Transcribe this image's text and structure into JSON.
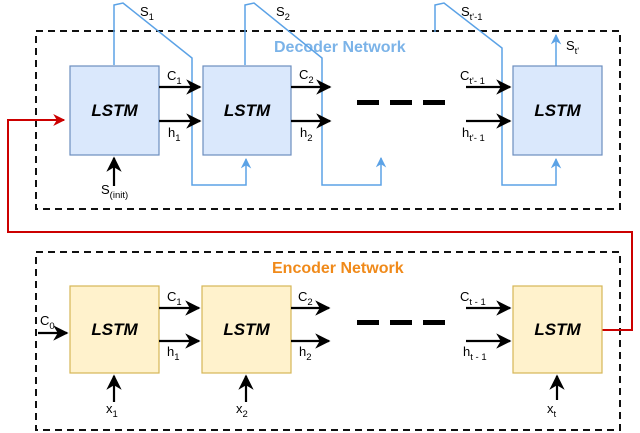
{
  "decoder": {
    "title": "Decoder Network",
    "blocks": [
      "LSTM",
      "LSTM",
      "LSTM"
    ],
    "state_labels": [
      {
        "main": "S",
        "sub": "1"
      },
      {
        "main": "S",
        "sub": "2"
      },
      {
        "main": "S",
        "sub": "t'-1"
      },
      {
        "main": "S",
        "sub": "t'"
      }
    ],
    "c_labels": [
      {
        "main": "C",
        "sub": "1"
      },
      {
        "main": "C",
        "sub": "2"
      },
      {
        "main": "C",
        "sub": "t'- 1"
      }
    ],
    "h_labels": [
      {
        "main": "h",
        "sub": "1"
      },
      {
        "main": "h",
        "sub": "2"
      },
      {
        "main": "h",
        "sub": "t'- 1"
      }
    ],
    "init_label": {
      "main": "S",
      "sub": "(init)"
    }
  },
  "encoder": {
    "title": "Encoder Network",
    "blocks": [
      "LSTM",
      "LSTM",
      "LSTM"
    ],
    "c0_label": {
      "main": "C",
      "sub": "0"
    },
    "c_labels": [
      {
        "main": "C",
        "sub": "1"
      },
      {
        "main": "C",
        "sub": "2"
      },
      {
        "main": "C",
        "sub": "t - 1"
      }
    ],
    "h_labels": [
      {
        "main": "h",
        "sub": "1"
      },
      {
        "main": "h",
        "sub": "2"
      },
      {
        "main": "h",
        "sub": "t - 1"
      }
    ],
    "x_labels": [
      {
        "main": "x",
        "sub": "1"
      },
      {
        "main": "x",
        "sub": "2"
      },
      {
        "main": "x",
        "sub": "t"
      }
    ]
  },
  "colors": {
    "decoder_fill": "#dae8fc",
    "decoder_stroke": "#6c8ebf",
    "encoder_fill": "#fff2cc",
    "encoder_stroke": "#d6b656",
    "decoder_title": "#7bb3e8",
    "encoder_title": "#f08a1a",
    "state_line": "#5ba2e6",
    "context_line": "#cc0000"
  }
}
